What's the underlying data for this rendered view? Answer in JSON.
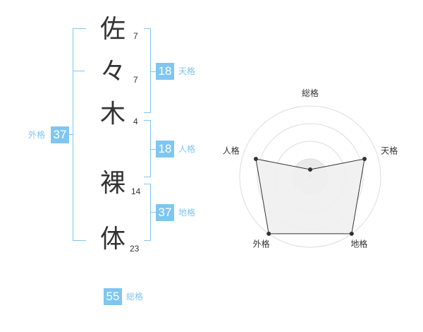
{
  "name": {
    "chars": [
      {
        "char": "佐",
        "strokes": "7"
      },
      {
        "char": "々",
        "strokes": "7"
      },
      {
        "char": "木",
        "strokes": "4"
      },
      {
        "char": "裸",
        "strokes": "14"
      },
      {
        "char": "体",
        "strokes": "23"
      }
    ]
  },
  "fortunes": {
    "tenkaku": {
      "value": "18",
      "label": "天格"
    },
    "jinkaku": {
      "value": "18",
      "label": "人格"
    },
    "chikaku": {
      "value": "37",
      "label": "地格"
    },
    "gaikaku": {
      "value": "37",
      "label": "外格"
    },
    "soukaku": {
      "value": "55",
      "label": "総格"
    }
  },
  "colors": {
    "accent": "#7fc6f0",
    "text": "#333333",
    "radar_fill": "#f0f0f0",
    "radar_line": "#333333"
  },
  "chart_data": {
    "type": "radar",
    "axes": [
      "総格",
      "天格",
      "地格",
      "外格",
      "人格"
    ],
    "values": [
      0.1,
      0.81,
      1.0,
      1.0,
      0.81
    ],
    "range": [
      0,
      1
    ],
    "grid_rings": 4
  }
}
